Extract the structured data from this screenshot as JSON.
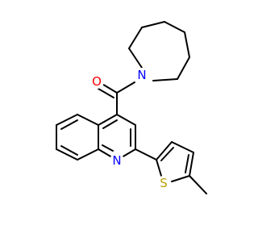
{
  "colors": {
    "background": "#ffffff",
    "bond": "#000000",
    "oxygen": "#ff0000",
    "nitrogen": "#0000ff",
    "sulfur": "#b8a000"
  },
  "atoms": {
    "oxygen": {
      "symbol": "O",
      "color": "#ff0000"
    },
    "amide_nitrogen": {
      "symbol": "N",
      "color": "#0000ff"
    },
    "quinoline_nitrogen": {
      "symbol": "N",
      "color": "#0000ff"
    },
    "thiophene_sulfur": {
      "symbol": "S",
      "color": "#b8a000"
    }
  }
}
